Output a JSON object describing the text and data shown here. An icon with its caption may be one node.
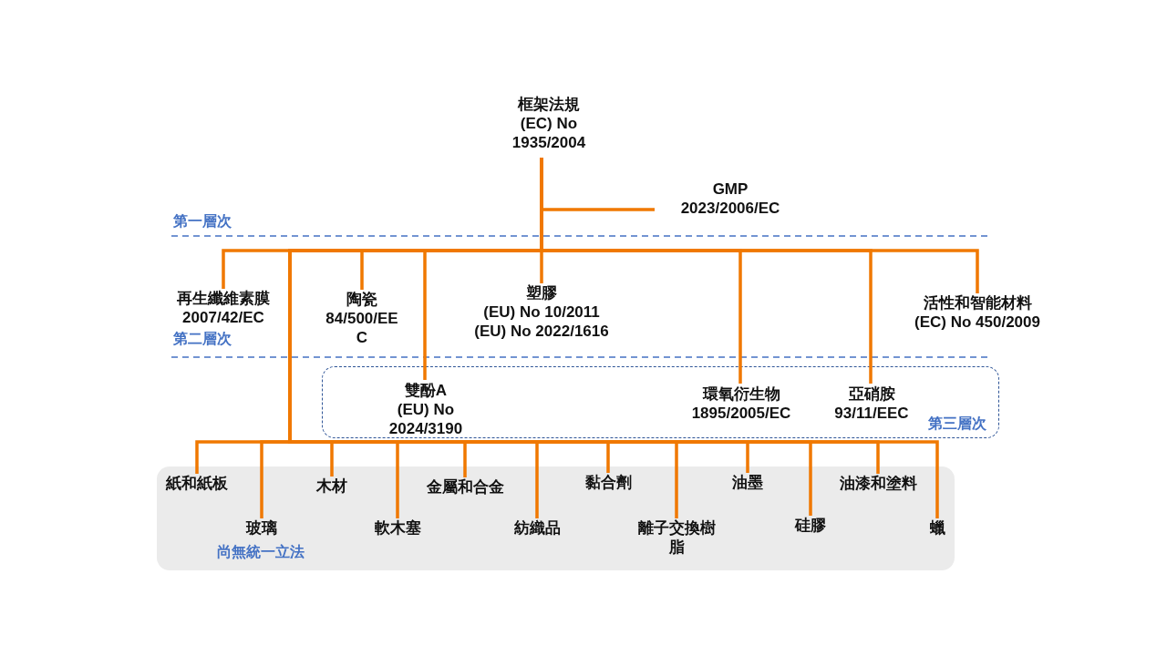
{
  "diagram": {
    "nodes": [
      {
        "text": [
          "框架法規",
          "(EC) No 1935/2004"
        ]
      },
      {
        "text": [
          "GMP",
          "2023/2006/EC"
        ]
      },
      {
        "text": [
          "再生纖維素膜",
          "2007/42/EC"
        ]
      },
      {
        "text": [
          "陶瓷",
          "84/500/EEC"
        ]
      },
      {
        "text": [
          "塑膠",
          "(EU) No 10/2011",
          "(EU) No 2022/1616"
        ]
      },
      {
        "text": [
          "活性和智能材料",
          "(EC) No 450/2009"
        ]
      },
      {
        "text": [
          "第三層次"
        ]
      },
      {
        "text": [
          "雙酚A",
          "(EU) No 2024/3190"
        ],
        "in": 6
      },
      {
        "text": [
          "環氧衍生物",
          "1895/2005/EC"
        ],
        "in": 6
      },
      {
        "text": [
          "亞硝胺",
          "93/11/EEC"
        ],
        "in": 6
      },
      {
        "text": [
          "尚無統一立法"
        ]
      },
      {
        "text": [
          "紙和紙板"
        ],
        "in": 10
      },
      {
        "text": [
          "玻璃"
        ],
        "in": 10
      },
      {
        "text": [
          "木材"
        ],
        "in": 10
      },
      {
        "text": [
          "軟木塞"
        ],
        "in": 10
      },
      {
        "text": [
          "金屬和合金"
        ],
        "in": 10
      },
      {
        "text": [
          "紡織品"
        ],
        "in": 10
      },
      {
        "text": [
          "黏合劑"
        ],
        "in": 10
      },
      {
        "text": [
          "離子交換樹脂"
        ],
        "in": 10
      },
      {
        "text": [
          "油墨"
        ],
        "in": 10
      },
      {
        "text": [
          "硅膠"
        ],
        "in": 10
      },
      {
        "text": [
          "油漆和塗料"
        ],
        "in": 10
      },
      {
        "text": [
          "蠟"
        ],
        "in": 10
      }
    ],
    "edges": [
      {
        "from": 0,
        "to": 1,
        "arrow": "none"
      },
      {
        "from": 0,
        "to": 2,
        "arrow": "none"
      },
      {
        "from": 0,
        "to": 3,
        "arrow": "none"
      },
      {
        "from": 0,
        "to": 4,
        "arrow": "none"
      },
      {
        "from": 0,
        "to": 5,
        "arrow": "none"
      },
      {
        "from": 0,
        "to": 7,
        "arrow": "none"
      },
      {
        "from": 0,
        "to": 8,
        "arrow": "none"
      },
      {
        "from": 0,
        "to": 9,
        "arrow": "none"
      },
      {
        "from": 0,
        "to": 11,
        "arrow": "none"
      },
      {
        "from": 0,
        "to": 12,
        "arrow": "none"
      },
      {
        "from": 0,
        "to": 13,
        "arrow": "none"
      },
      {
        "from": 0,
        "to": 14,
        "arrow": "none"
      },
      {
        "from": 0,
        "to": 15,
        "arrow": "none"
      },
      {
        "from": 0,
        "to": 16,
        "arrow": "none"
      },
      {
        "from": 0,
        "to": 17,
        "arrow": "none"
      },
      {
        "from": 0,
        "to": 18,
        "arrow": "none"
      },
      {
        "from": 0,
        "to": 19,
        "arrow": "none"
      },
      {
        "from": 0,
        "to": 20,
        "arrow": "none"
      },
      {
        "from": 0,
        "to": 21,
        "arrow": "none"
      },
      {
        "from": 0,
        "to": 22,
        "arrow": "none"
      }
    ],
    "labels": [
      "第一層次",
      "第二層次"
    ]
  }
}
